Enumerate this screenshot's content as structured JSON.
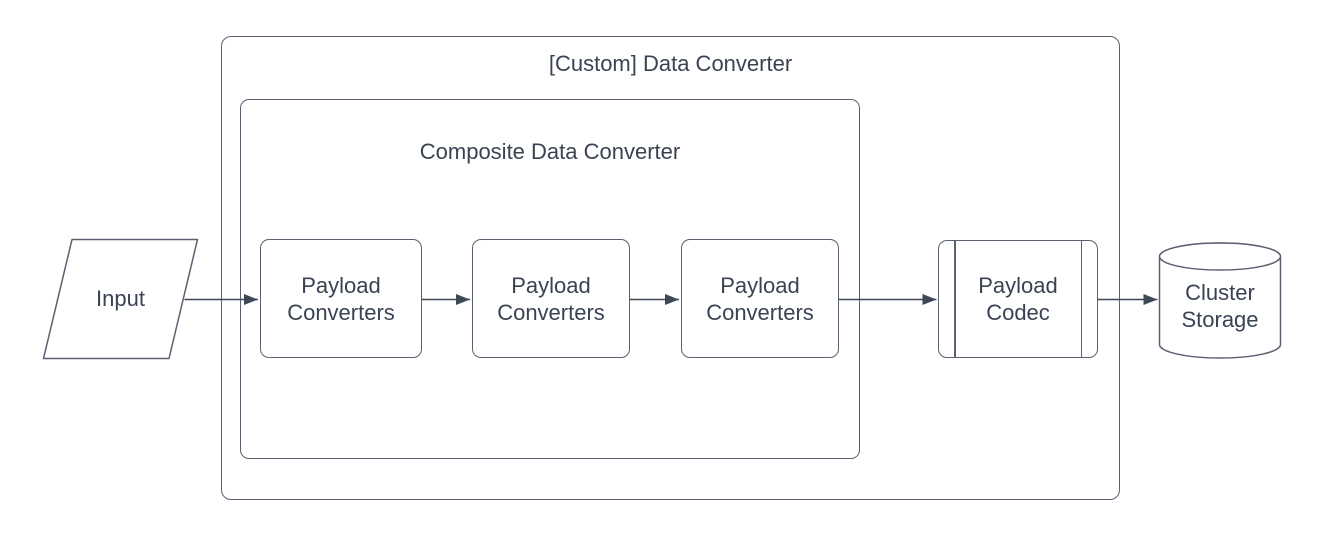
{
  "diagram": {
    "type": "flowchart",
    "background": "#ffffff",
    "colors": {
      "shape_stroke": "#5a6170",
      "arrow": "#3f4857",
      "text": "#3a4353"
    },
    "outer_container": {
      "title": "[Custom] Data Converter"
    },
    "inner_container": {
      "title": "Composite Data Converter"
    },
    "nodes": {
      "input": {
        "label": "Input",
        "shape": "parallelogram"
      },
      "converter_1": {
        "label": "Payload Converters",
        "shape": "rounded-rectangle"
      },
      "converter_2": {
        "label": "Payload Converters",
        "shape": "rounded-rectangle"
      },
      "converter_3": {
        "label": "Payload Converters",
        "shape": "rounded-rectangle"
      },
      "payload_codec": {
        "label": "Payload Codec",
        "shape": "predefined-process"
      },
      "cluster_storage": {
        "label": "Cluster Storage",
        "shape": "cylinder"
      }
    },
    "edges": [
      {
        "from": "input",
        "to": "converter_1"
      },
      {
        "from": "converter_1",
        "to": "converter_2"
      },
      {
        "from": "converter_2",
        "to": "converter_3"
      },
      {
        "from": "converter_3",
        "to": "payload_codec"
      },
      {
        "from": "payload_codec",
        "to": "cluster_storage"
      }
    ]
  }
}
